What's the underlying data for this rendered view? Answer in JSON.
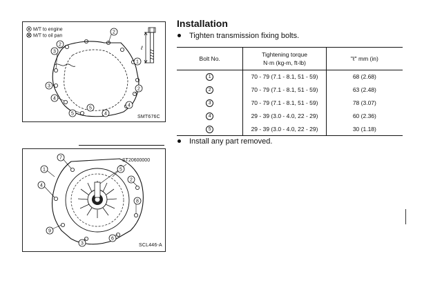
{
  "figure1": {
    "legend_engine": "M/T to engine",
    "legend_oil_pan": "M/T to oil pan",
    "dim_label": "ℓ",
    "caption": "SMT676C",
    "callouts": [
      "2",
      "2",
      "3",
      "1",
      "2",
      "3",
      "4",
      "5",
      "4",
      "5",
      "4"
    ]
  },
  "figure2": {
    "tool_label": "ST20600000",
    "caption": "SCL446-A",
    "callouts": [
      "7",
      "5",
      "1",
      "4",
      "2",
      "8",
      "9",
      "3",
      "6"
    ]
  },
  "section": {
    "title": "Installation",
    "bullet1": "Tighten transmission fixing bolts.",
    "bullet2": "Install any part removed."
  },
  "table": {
    "headers": {
      "bolt": "Bolt No.",
      "torque_line1": "Tightening torque",
      "torque_line2": "N·m (kg-m, ft-lb)",
      "length": "\"ℓ\" mm (in)"
    },
    "rows": [
      {
        "bolt": "1",
        "torque": "70 - 79 (7.1 - 8.1, 51 - 59)",
        "length": "68 (2.68)"
      },
      {
        "bolt": "2",
        "torque": "70 - 79 (7.1 - 8.1, 51 - 59)",
        "length": "63 (2.48)"
      },
      {
        "bolt": "3",
        "torque": "70 - 79 (7.1 - 8.1, 51 - 59)",
        "length": "78 (3.07)"
      },
      {
        "bolt": "4",
        "torque": "29 - 39 (3.0 - 4.0, 22 - 29)",
        "length": "60 (2.36)"
      },
      {
        "bolt": "5",
        "torque": "29 - 39 (3.0 - 4.0, 22 - 29)",
        "length": "30 (1.18)"
      }
    ]
  }
}
